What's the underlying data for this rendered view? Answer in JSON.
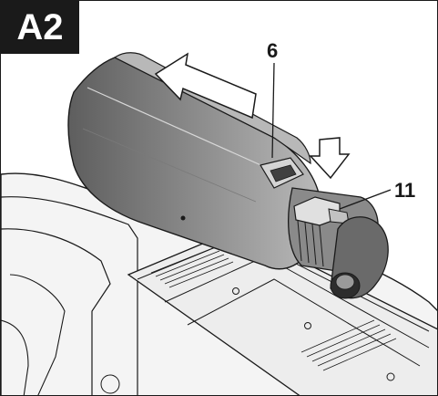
{
  "figure": {
    "badge_label": "A2",
    "callouts": [
      {
        "id": "callout-6",
        "label": "6"
      },
      {
        "id": "callout-11",
        "label": "11"
      }
    ],
    "colors": {
      "ink": "#1a1a1a",
      "paper": "#ffffff",
      "shade_dark": "#6e6e6e",
      "shade_mid": "#9a9a9a",
      "shade_light": "#cfcfcf"
    },
    "illustration": "power-tool-dust-extraction-adapter-icon"
  }
}
